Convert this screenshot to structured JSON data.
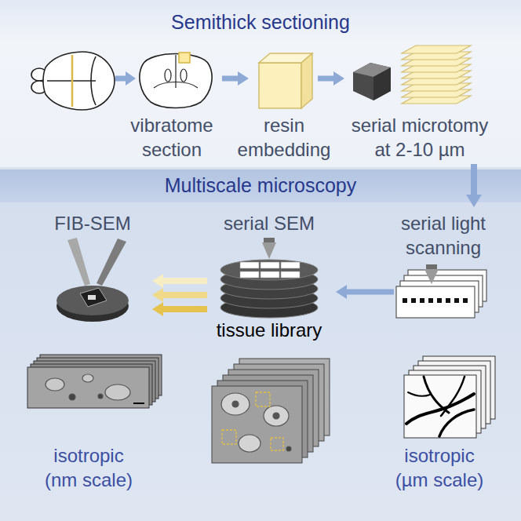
{
  "diagram": {
    "nodes": [
      {
        "text": [
          "Semithick sectioning"
        ]
      },
      {
        "text": [
          "Multiscale microscopy"
        ]
      }
    ],
    "labels": [
      "vibratome section",
      "resin embedding",
      "serial microtomy at 2-10 µm",
      "FIB-SEM",
      "serial SEM",
      "serial light scanning",
      "tissue library",
      "isotropic (nm scale)",
      "isotropic (µm scale)"
    ]
  }
}
